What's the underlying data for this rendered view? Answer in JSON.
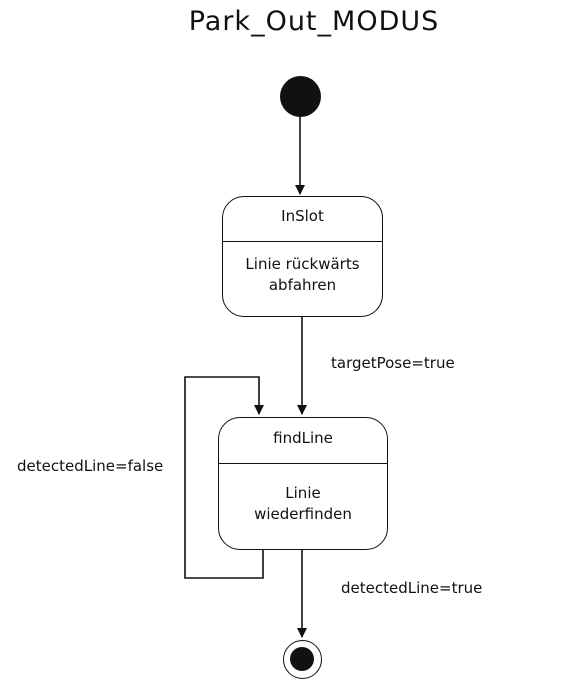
{
  "diagram": {
    "title": "Park_Out_MODUS",
    "states": [
      {
        "id": "inslot",
        "name": "InSlot",
        "activity": "Linie rückwärts\nabfahren"
      },
      {
        "id": "findline",
        "name": "findLine",
        "activity": "Linie\nwiederfinden"
      }
    ],
    "transitions": [
      {
        "id": "initial-to-inslot",
        "label": ""
      },
      {
        "id": "inslot-to-findline",
        "label": "targetPose=true"
      },
      {
        "id": "findline-self-loop",
        "label": "detectedLine=false"
      },
      {
        "id": "findline-to-final",
        "label": "detectedLine=true"
      }
    ]
  },
  "colors": {
    "stroke": "#111111",
    "fill": "#ffffff"
  }
}
